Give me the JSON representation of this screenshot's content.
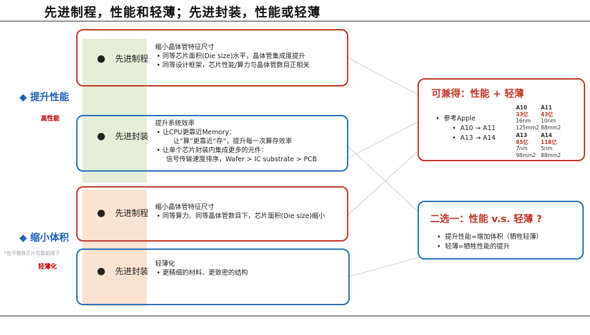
{
  "title": "先进制程，性能和轻薄；先进封装，性能或轻薄",
  "sides": {
    "perf_head": "◆ 提升性能",
    "perf_sub": "高性能",
    "size_head": "◆ 缩小体积",
    "size_sub": "轻薄化",
    "note": "*在不牺牲芯片性能前提下"
  },
  "rows": [
    {
      "label": "先进制程",
      "lines": [
        {
          "t": "缩小晶体管特征尺寸",
          "k": "h"
        },
        {
          "t": "同等芯片面积(Die size)水平，晶体管集成度提升",
          "k": "b"
        },
        {
          "t": "同等设计框架，芯片性能/算力与晶体管数目正相关",
          "k": "b"
        }
      ]
    },
    {
      "label": "先进封装",
      "lines": [
        {
          "t": "提升系统效率",
          "k": "h"
        },
        {
          "t": "让CPU更靠近Memory：",
          "k": "b"
        },
        {
          "t": "让“算”更靠近“存”，提升每一次算存效率",
          "k": "i2"
        },
        {
          "t": "让单个芯片封装内集成更多的元件：",
          "k": "b"
        },
        {
          "t": "信号传输速度排序，Wafer > IC substrate > PCB",
          "k": "i"
        }
      ]
    },
    {
      "label": "先进制程",
      "lines": [
        {
          "t": "缩小晶体管特征尺寸",
          "k": "h"
        },
        {
          "t": "同等算力、同等晶体管数目下，芯片面积(Die size)缩小",
          "k": "b"
        }
      ]
    },
    {
      "label": "先进封装",
      "lines": [
        {
          "t": "轻薄化",
          "k": "h"
        },
        {
          "t": "更精细的材料、更致密的结构",
          "k": "b"
        }
      ]
    }
  ],
  "callout1": {
    "title": "可兼得：性能 + 轻薄",
    "ref_label": "参考Apple",
    "comparisons": [
      "A10 → A11",
      "A13 → A14"
    ],
    "columns": [
      {
        "name": "A10",
        "items": [
          "33亿",
          "16nm",
          "125mm2"
        ]
      },
      {
        "name": "A11",
        "items": [
          "43亿",
          "10nm",
          "88mm2"
        ]
      },
      {
        "name": "A13",
        "items": [
          "85亿",
          "7nm",
          "98mm2"
        ]
      },
      {
        "name": "A14",
        "items": [
          "118亿",
          "5nm",
          "88mm2"
        ]
      }
    ]
  },
  "callout2": {
    "title": "二选一：性能 v.s. 轻薄 ?",
    "bullets": [
      "提升性能=增加体积（牺牲轻薄）",
      "轻薄=牺牲性能的提升"
    ]
  },
  "colors": {
    "red": "#c0392b",
    "blue": "#2e6fb5",
    "green_band": "#e3efd8",
    "orange_band": "#fbe3d3"
  }
}
